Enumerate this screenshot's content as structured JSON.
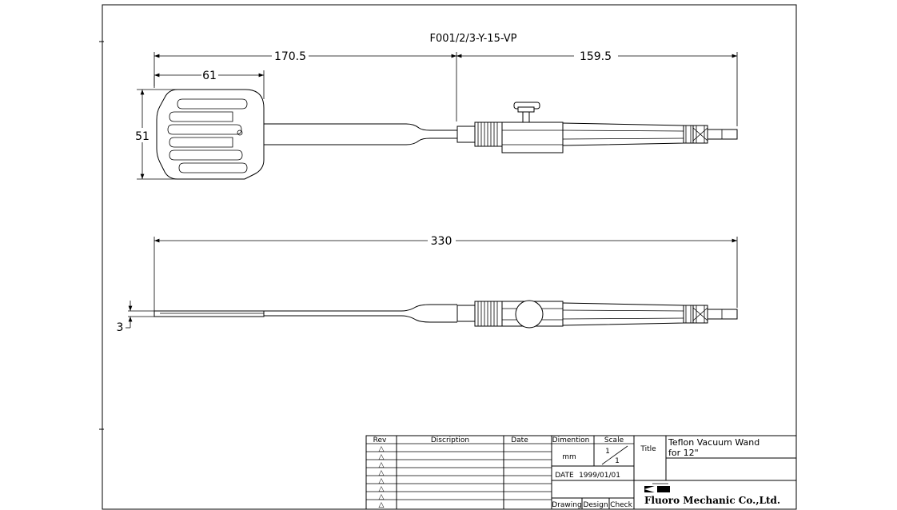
{
  "part_number": "F001/2/3-Y-15-VP",
  "dimensions": {
    "top_left_length": "170.5",
    "top_right_length": "159.5",
    "pad_width": "61",
    "pad_height": "51",
    "overall_length": "330",
    "tip_thickness": "3"
  },
  "title_block": {
    "rev_header": "Rev",
    "rev_symbols": [
      "△",
      "△",
      "△",
      "△",
      "△",
      "△",
      "△",
      "△"
    ],
    "description_header": "Discription",
    "date_header": "Date",
    "dimension_header": "Dimention",
    "scale_header": "Scale",
    "unit": "mm",
    "scale_num": "1",
    "scale_den": "1",
    "date_label": "DATE",
    "date_value": "1999/01/01",
    "title_label": "Title",
    "title_line1": "Teflon Vacuum Wand",
    "title_line2": "for 12\"",
    "drawing_label": "Drawing",
    "design_label": "Design",
    "check_label": "Check",
    "company": "Fluoro Mechanic Co.,Ltd."
  }
}
